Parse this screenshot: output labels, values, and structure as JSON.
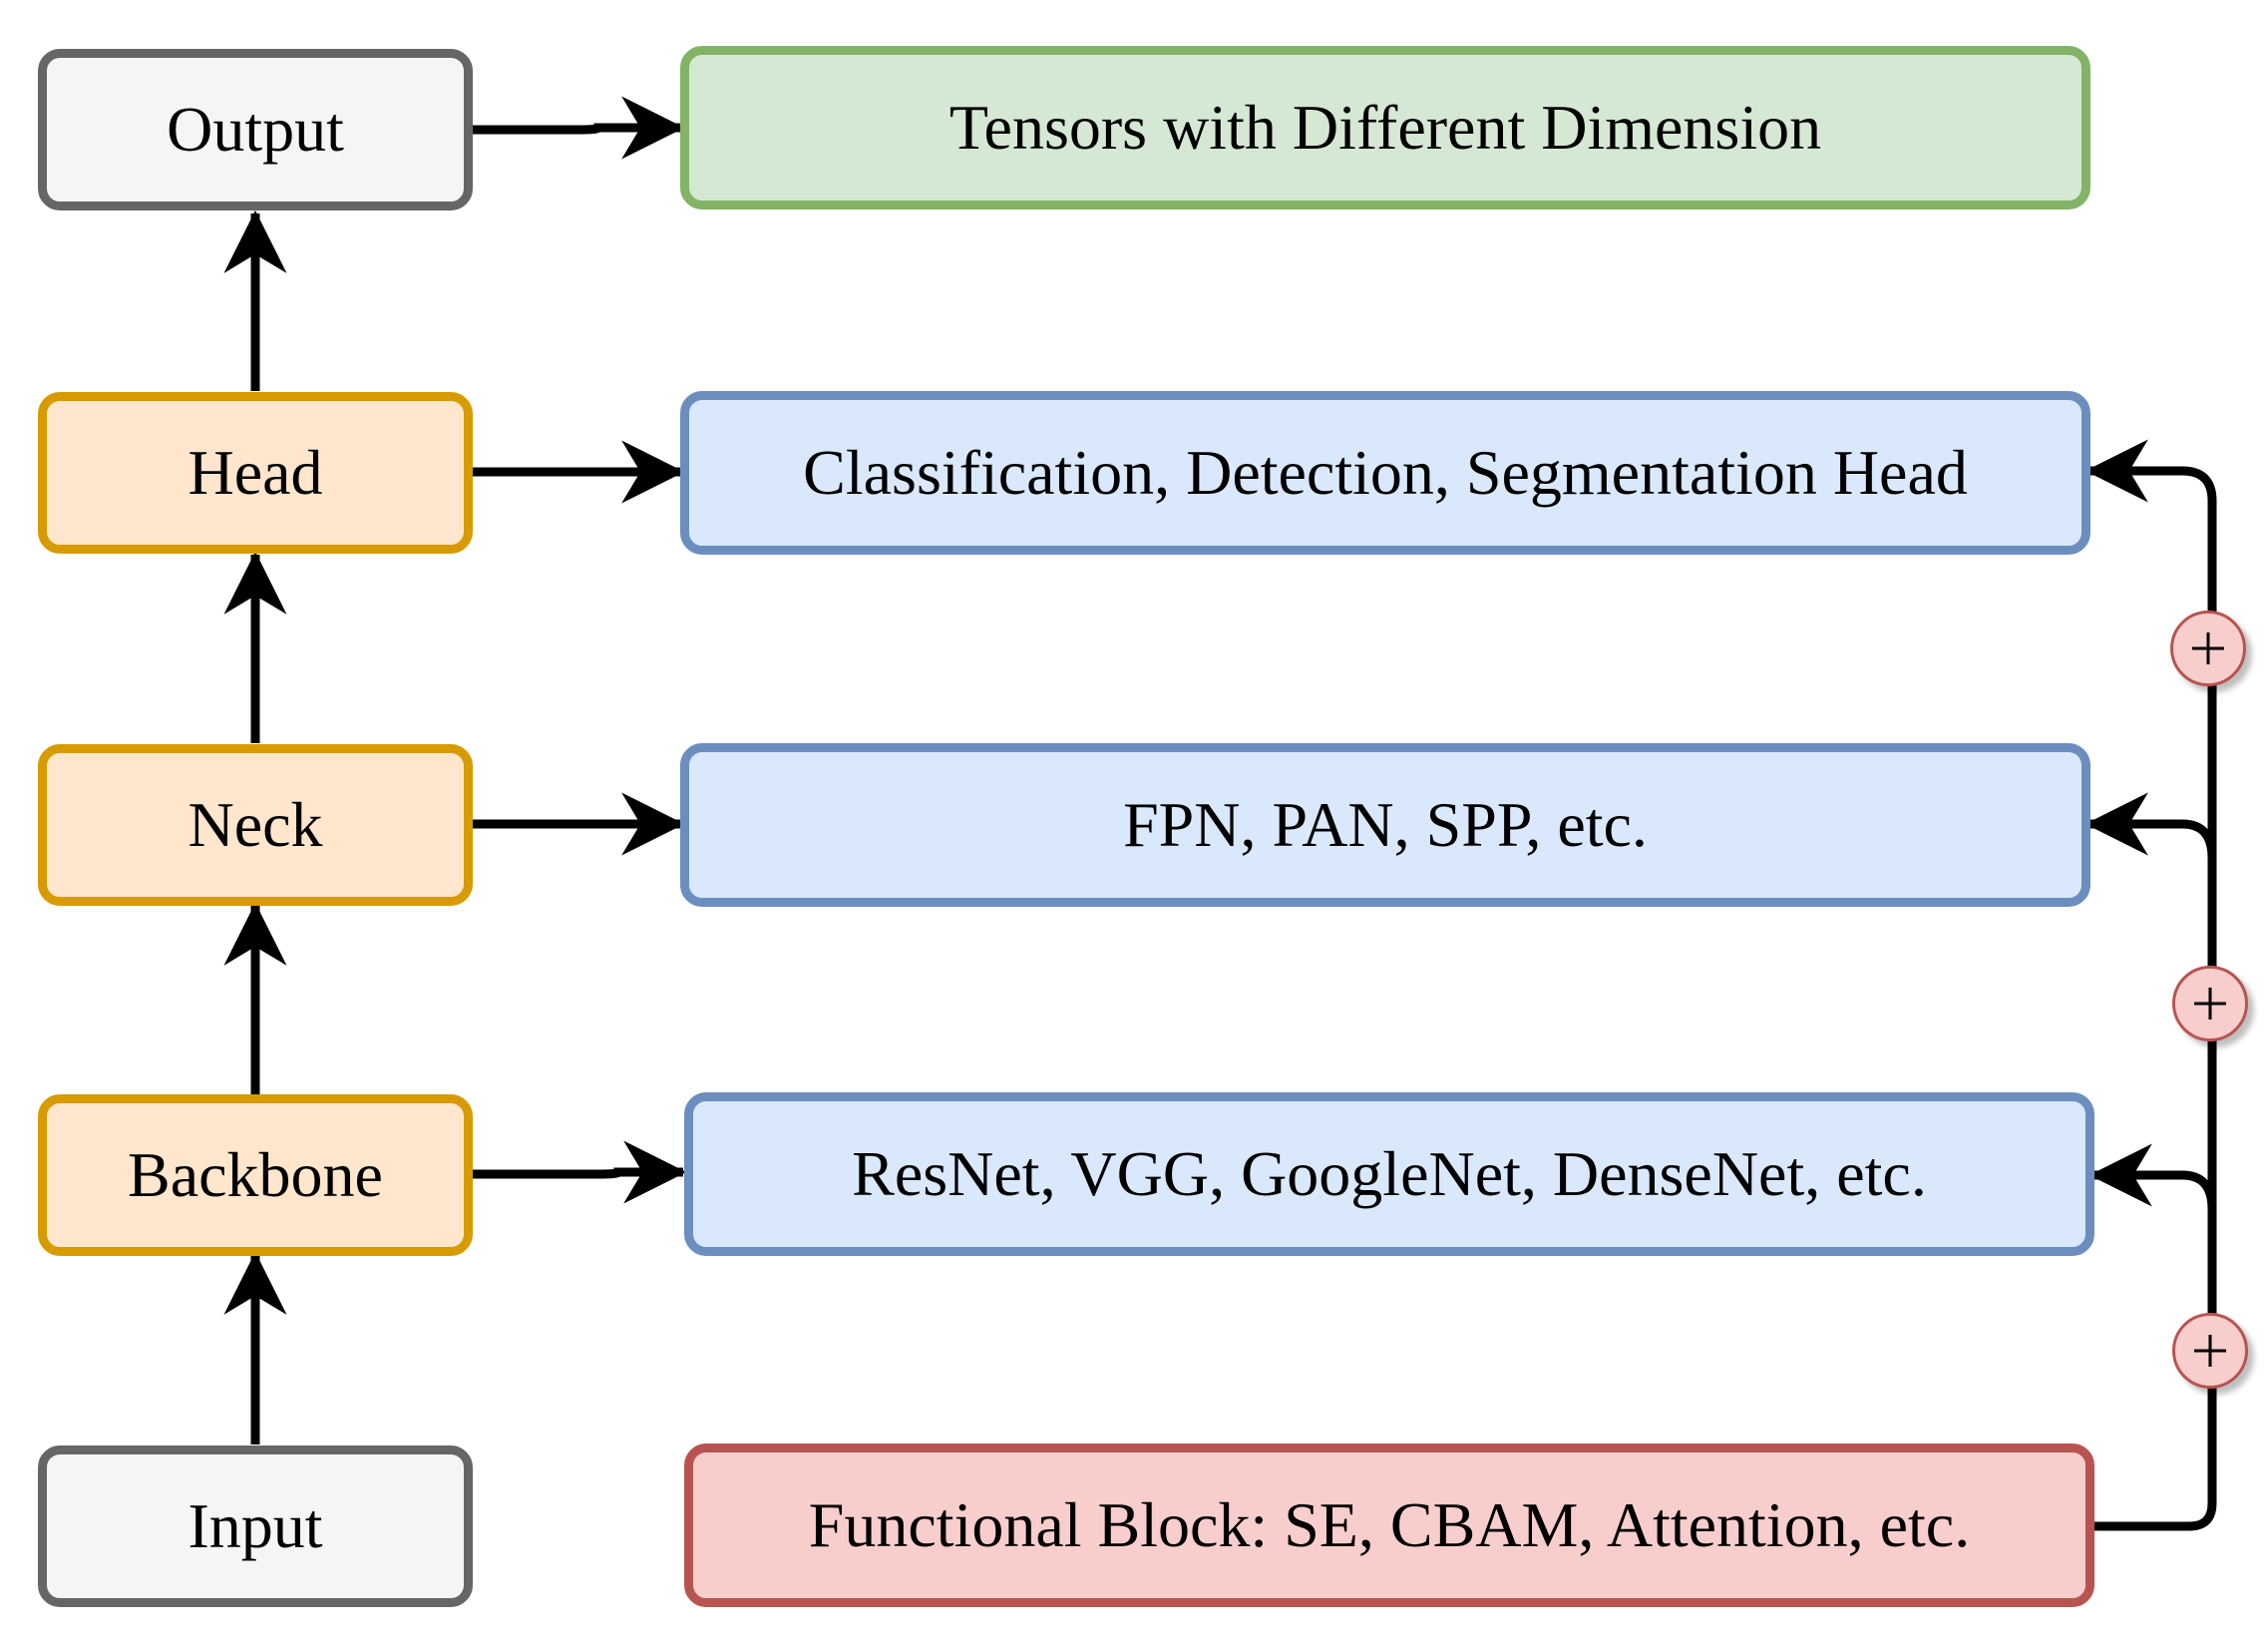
{
  "left_column": {
    "output": "Output",
    "head": "Head",
    "neck": "Neck",
    "backbone": "Backbone",
    "input": "Input"
  },
  "right_column": {
    "tensors": "Tensors with Different Dimension",
    "head_types": "Classification, Detection, Segmentation Head",
    "neck_types": "FPN, PAN, SPP, etc.",
    "backbone_types": "ResNet, VGG, GoogleNet, DenseNet, etc.",
    "functional_block": "Functional Block: SE, CBAM, Attention, etc."
  },
  "colors": {
    "gray_fill": "#f5f5f5",
    "gray_stroke": "#666666",
    "orange_fill": "#ffe6cc",
    "orange_stroke": "#d79b00",
    "green_fill": "#d5e8d4",
    "green_stroke": "#82b366",
    "blue_fill": "#dae8fc",
    "blue_stroke": "#6c8ebf",
    "red_fill": "#f8cecc",
    "red_stroke": "#b85450"
  },
  "icons": [
    "arrow-up-icon",
    "arrow-right-icon",
    "arrow-left-icon",
    "plus-circle-icon"
  ]
}
